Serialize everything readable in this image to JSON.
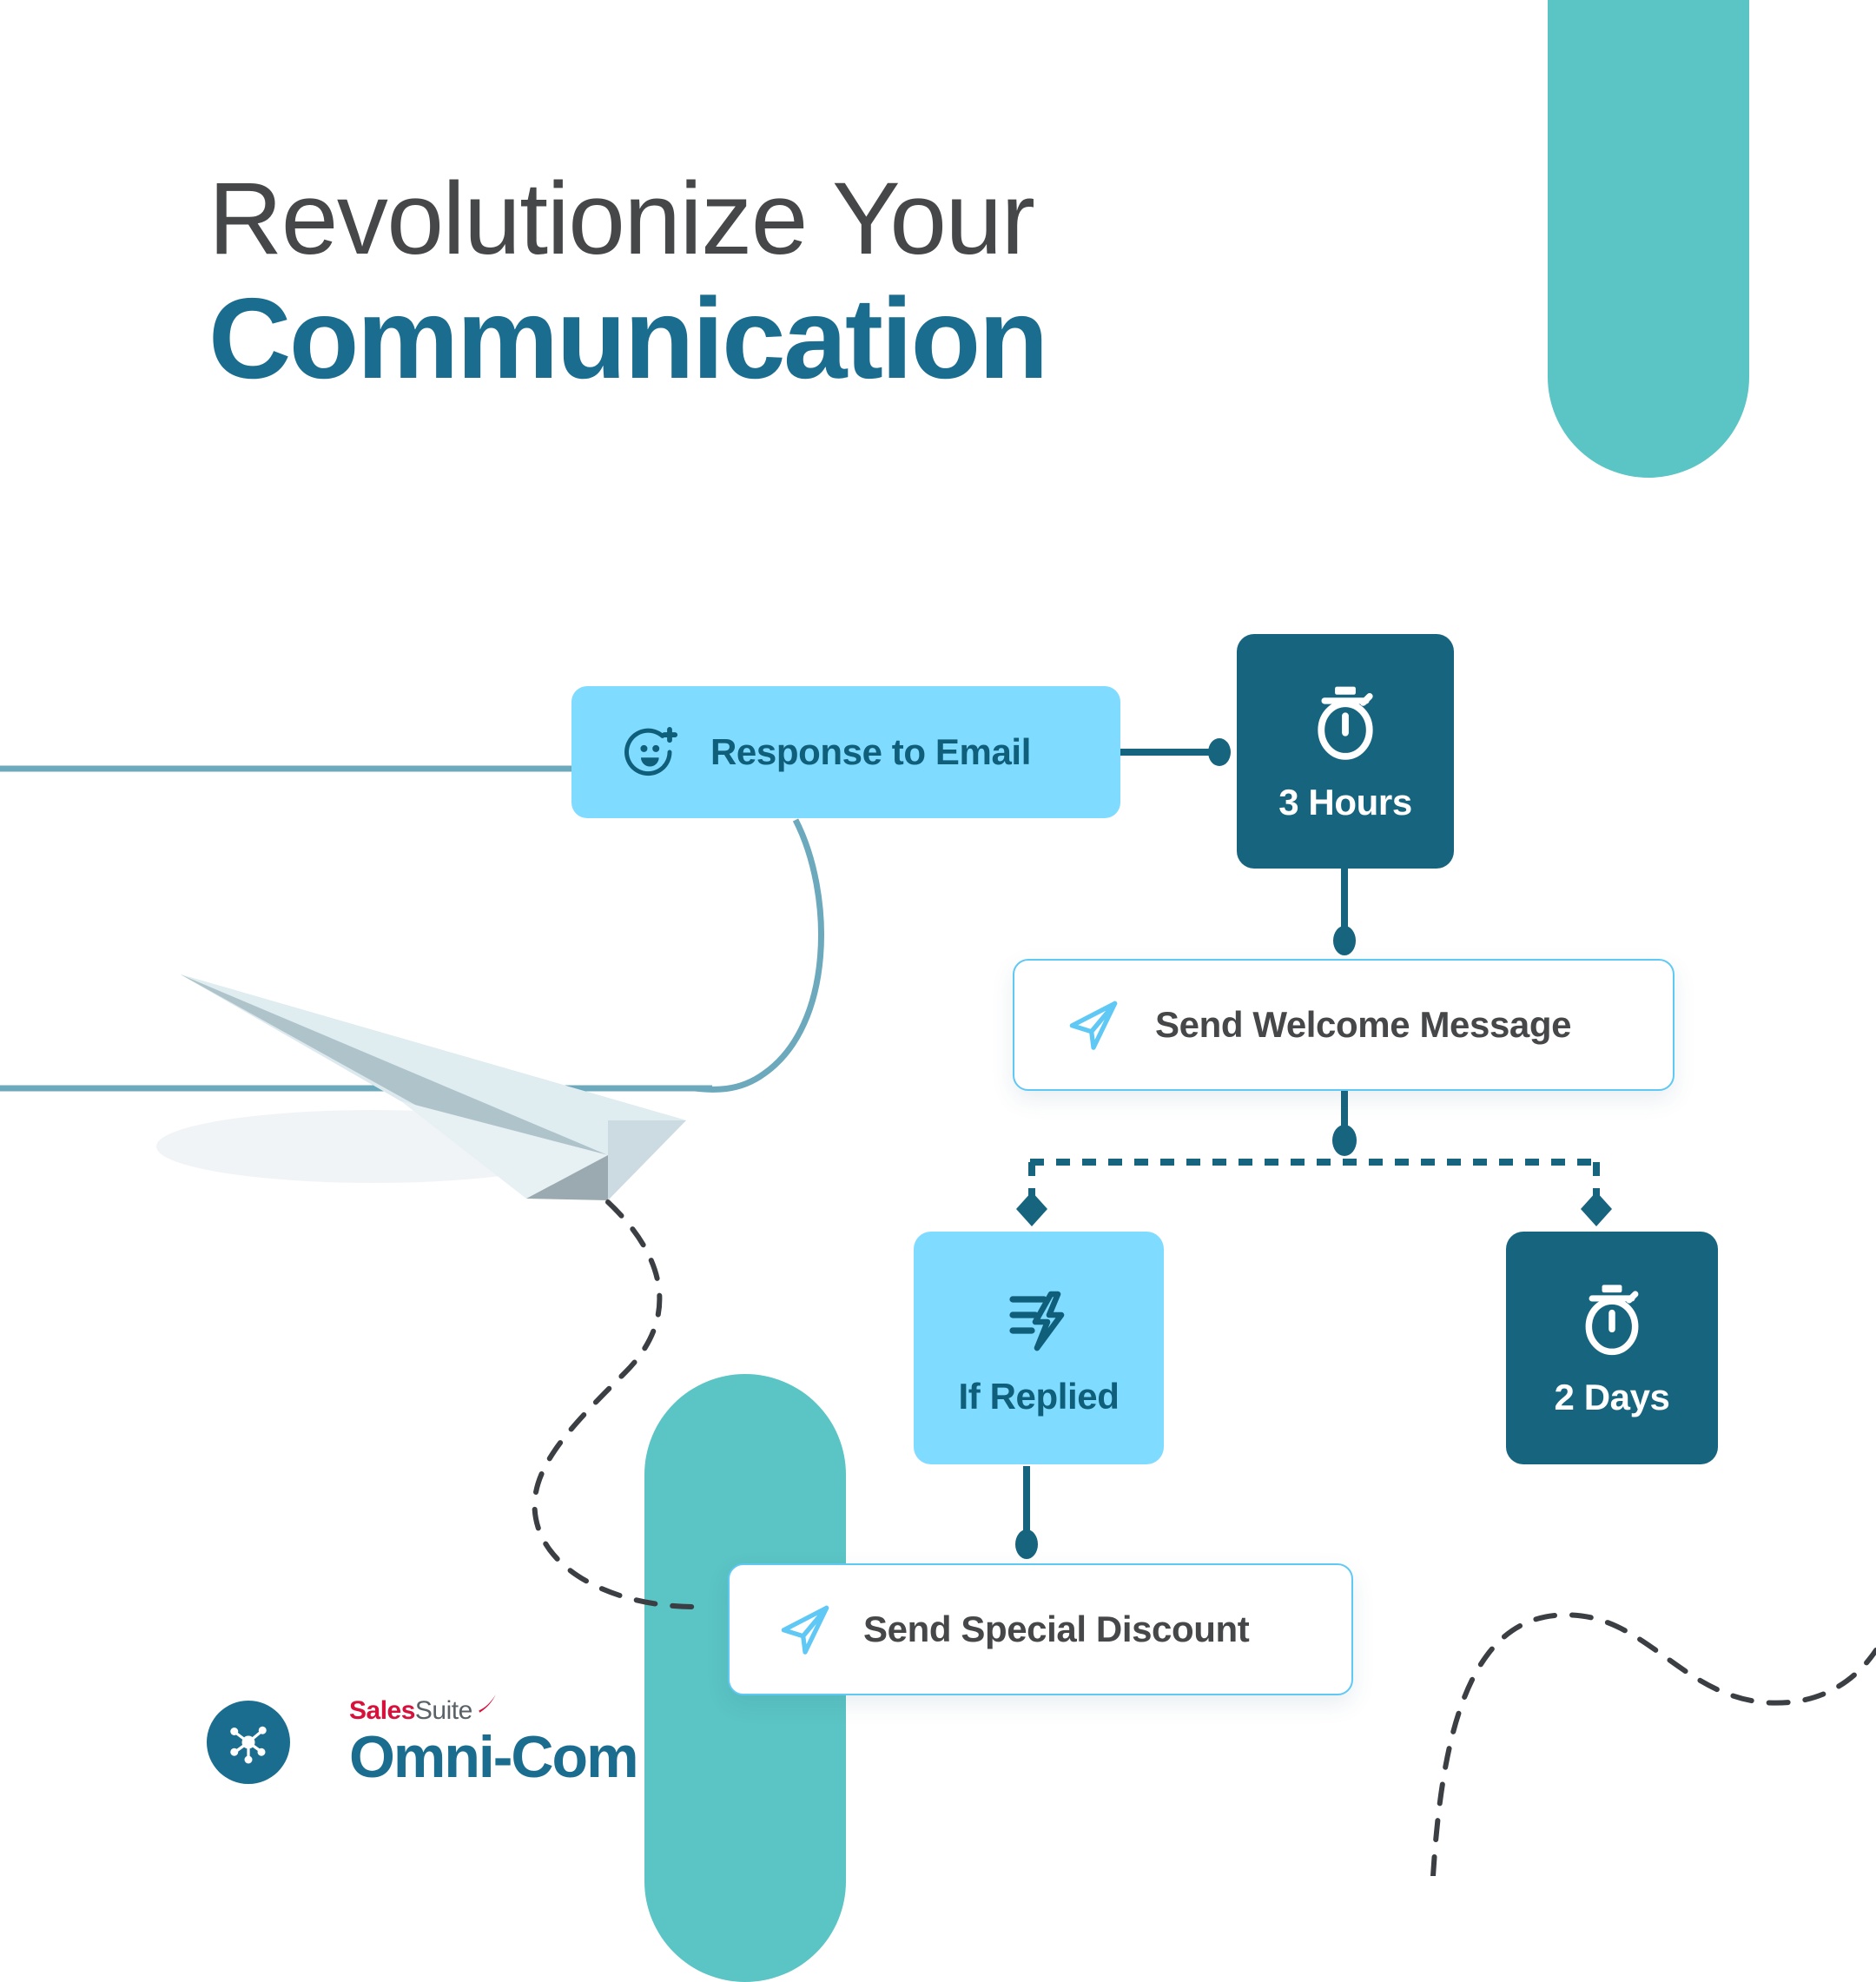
{
  "headline": {
    "line1": "Revolutionize Your",
    "line2": "Communication"
  },
  "brand": {
    "suite_bold": "Sales",
    "suite_light": "Suite",
    "name": "Omni-Com",
    "mark_icon": "network-nodes-icon",
    "tick_icon": "swoosh-tick-icon"
  },
  "colors": {
    "brand_dark_blue": "#1A6D8E",
    "node_dark": "#17647F",
    "node_light_blue": "#7FDBFF",
    "card_border": "#5FC8F5",
    "teal_shape": "#5BC4C4",
    "headline_gray": "#454748",
    "connector": "#17647F",
    "brand_red": "#D6123C",
    "paper_plane_light": "#DCEAEF",
    "paper_plane_shade": "#AFC3CA"
  },
  "flow": {
    "nodes": [
      {
        "id": "response-to-email",
        "label": "Response to Email",
        "icon": "smiley-plus-icon",
        "style": "light-pill"
      },
      {
        "id": "three-hours",
        "label": "3 Hours",
        "icon": "stopwatch-icon",
        "style": "dark-square"
      },
      {
        "id": "send-welcome-message",
        "label": "Send Welcome Message",
        "icon": "paper-plane-send-icon",
        "style": "white-card"
      },
      {
        "id": "if-replied",
        "label": "If Replied",
        "icon": "lightning-bolt-icon",
        "style": "light-square"
      },
      {
        "id": "two-days",
        "label": "2 Days",
        "icon": "stopwatch-icon",
        "style": "dark-square"
      },
      {
        "id": "send-special-discount",
        "label": "Send Special Discount",
        "icon": "paper-plane-send-icon",
        "style": "white-card"
      }
    ],
    "connectors": [
      {
        "from": "response-to-email",
        "to": "three-hours",
        "type": "solid-dot"
      },
      {
        "from": "three-hours",
        "to": "send-welcome-message",
        "type": "solid-dot"
      },
      {
        "from": "send-welcome-message",
        "to": "if-replied",
        "type": "dashed-branch-diamond"
      },
      {
        "from": "send-welcome-message",
        "to": "two-days",
        "type": "dashed-branch-diamond"
      },
      {
        "from": "if-replied",
        "to": "send-special-discount",
        "type": "solid-dot"
      }
    ]
  },
  "decor": {
    "paper_plane": "paper-airplane-illustration",
    "pill_top_right": "teal-rounded-pill",
    "pill_bottom": "teal-rounded-pill",
    "dashed_trail_left": "dashed-flight-path",
    "dashed_wave_right": "dashed-wave-path"
  }
}
